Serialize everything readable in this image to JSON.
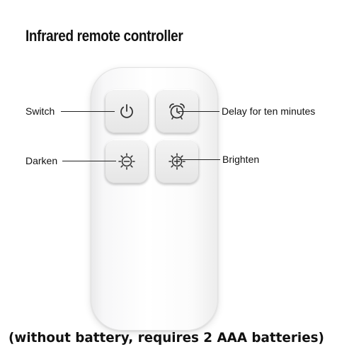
{
  "title": "Infrared remote controller",
  "buttons": [
    {
      "label": "Switch",
      "icon": "power-icon"
    },
    {
      "label": "Delay for ten minutes",
      "icon": "alarm-clock-icon"
    },
    {
      "label": "Darken",
      "icon": "brightness-down-icon"
    },
    {
      "label": "Brighten",
      "icon": "brightness-up-icon"
    }
  ],
  "footer_note": "(without battery, requires 2 AAA batteries)",
  "colors": {
    "text": "#111111",
    "remote_body": "#f8f8f8",
    "button_face": "#ececec",
    "icon": "#333333"
  }
}
